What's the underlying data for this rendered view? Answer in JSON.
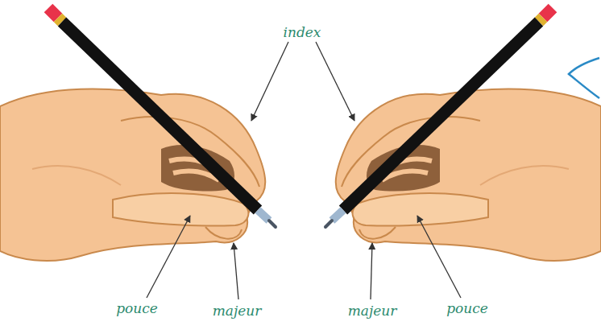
{
  "diagram": {
    "labels": [
      "index",
      "pouce",
      "majeur",
      "majeur",
      "pouce"
    ]
  }
}
